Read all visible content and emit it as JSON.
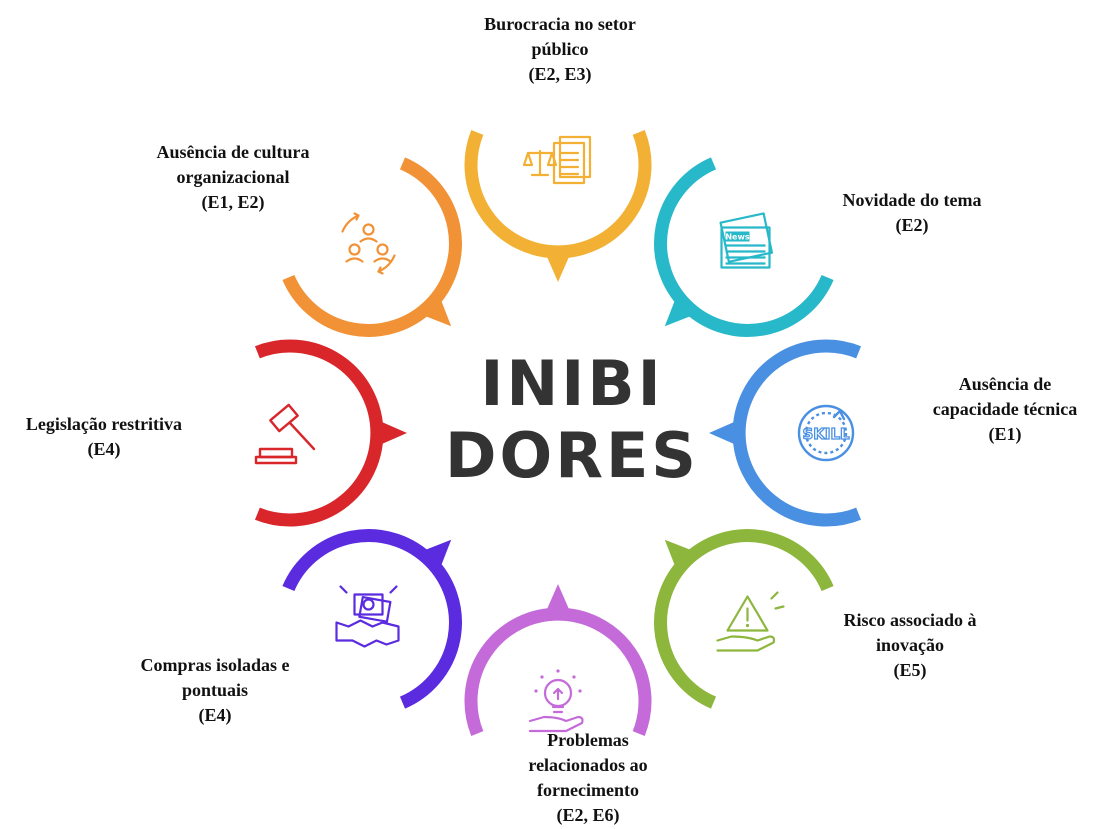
{
  "center": {
    "line1": "INIBI",
    "line2": "DORES"
  },
  "items": [
    {
      "id": "burocracia",
      "color": "#F2B135",
      "icon": "scales-document-icon",
      "lines": [
        "Burocracia no setor",
        "público",
        "(E2, E3)"
      ]
    },
    {
      "id": "novidade",
      "color": "#27B8C9",
      "icon": "newspaper-icon",
      "icon_text": "News",
      "lines": [
        "Novidade do tema",
        "(E2)"
      ]
    },
    {
      "id": "capacidade",
      "color": "#4A90E2",
      "icon": "skill-badge-icon",
      "icon_text": "SKILL",
      "lines": [
        "Ausência de",
        "capacidade técnica",
        "(E1)"
      ]
    },
    {
      "id": "risco",
      "color": "#8DB63C",
      "icon": "warning-hand-icon",
      "lines": [
        "Risco associado à",
        "inovação",
        "(E5)"
      ]
    },
    {
      "id": "fornecimento",
      "color": "#C46BD9",
      "icon": "lightbulb-hand-icon",
      "lines": [
        "Problemas",
        "relacionados ao",
        "fornecimento",
        "(E2, E6)"
      ]
    },
    {
      "id": "compras",
      "color": "#5B2BE0",
      "icon": "handshake-money-icon",
      "lines": [
        "Compras isoladas e",
        "pontuais",
        "(E4)"
      ]
    },
    {
      "id": "legislacao",
      "color": "#D9262B",
      "icon": "gavel-icon",
      "lines": [
        "Legislação restritiva",
        "(E4)"
      ]
    },
    {
      "id": "cultura",
      "color": "#F29236",
      "icon": "team-cycle-icon",
      "lines": [
        "Ausência de cultura",
        "organizacional",
        "(E1, E2)"
      ]
    }
  ]
}
